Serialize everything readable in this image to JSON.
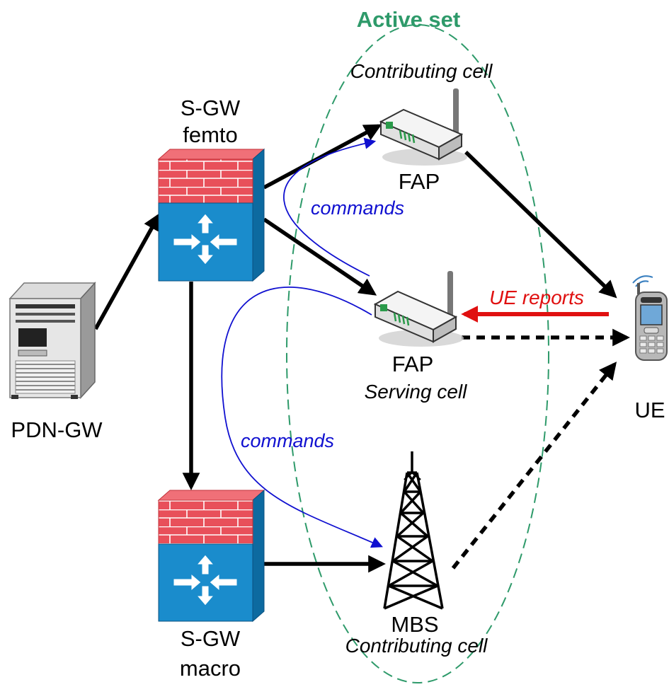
{
  "title": "Active set",
  "nodes": {
    "pdn_gw": "PDN-GW",
    "sgw_femto": [
      "S-GW",
      "femto"
    ],
    "sgw_macro": [
      "S-GW",
      "macro"
    ],
    "fap_top": "FAP",
    "fap_top_role": "Contributing cell",
    "fap_serving": "FAP",
    "fap_serving_role": "Serving cell",
    "mbs": "MBS",
    "mbs_role": "Contributing cell",
    "ue": "UE"
  },
  "edges": {
    "commands_top": "commands",
    "commands_bottom": "commands",
    "ue_reports": "UE reports"
  },
  "colors": {
    "active_set": "#2e9a6a",
    "commands": "#1010d0",
    "ue_reports": "#e01010",
    "firewall_brick": "#e8505a",
    "router_blue": "#1a8ccc"
  }
}
